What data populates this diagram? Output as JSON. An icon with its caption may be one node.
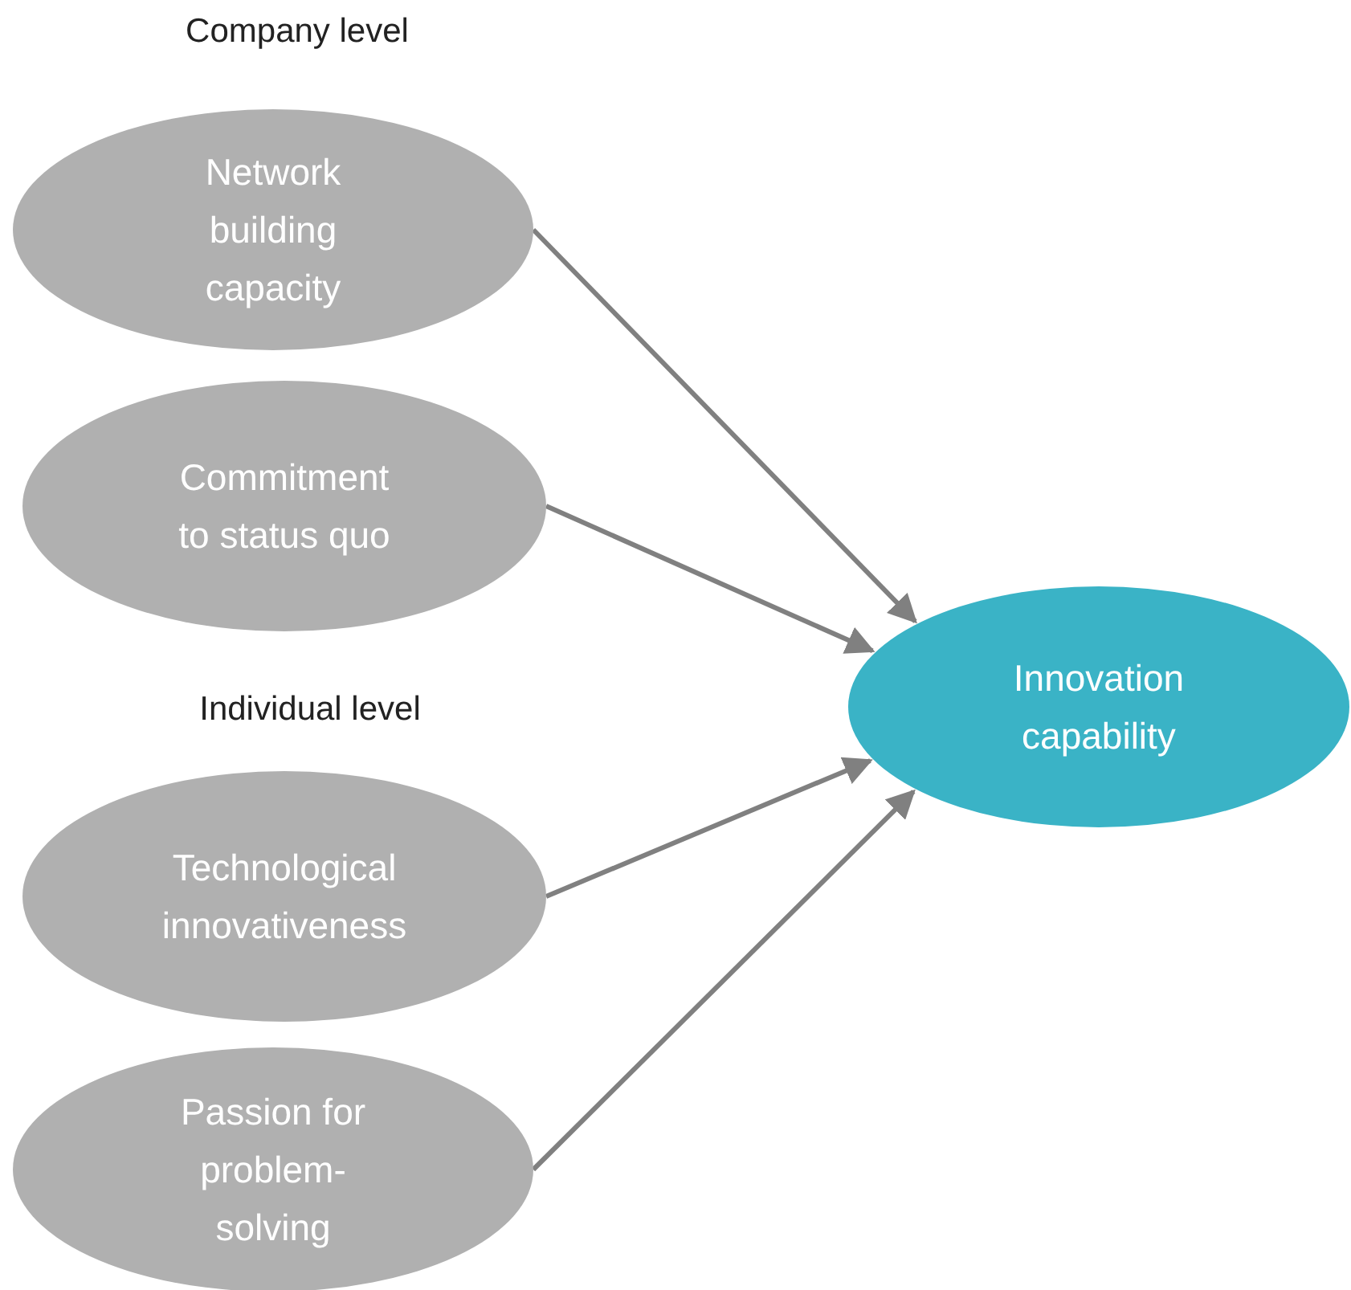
{
  "diagram": {
    "nodes": [
      {
        "text": [
          "Network building capacity"
        ]
      },
      {
        "text": [
          "Commitment to status quo"
        ]
      },
      {
        "text": [
          "Technological innovativeness"
        ]
      },
      {
        "text": [
          "Passion for problem-solving"
        ]
      },
      {
        "text": [
          "Innovation capability"
        ]
      }
    ],
    "edges": [
      {
        "from": 0,
        "to": 4,
        "arrow": "to"
      },
      {
        "from": 1,
        "to": 4,
        "arrow": "to"
      },
      {
        "from": 2,
        "to": 4,
        "arrow": "to"
      },
      {
        "from": 3,
        "to": 4,
        "arrow": "to"
      }
    ],
    "labels": [
      "Company level",
      "Individual level"
    ]
  }
}
